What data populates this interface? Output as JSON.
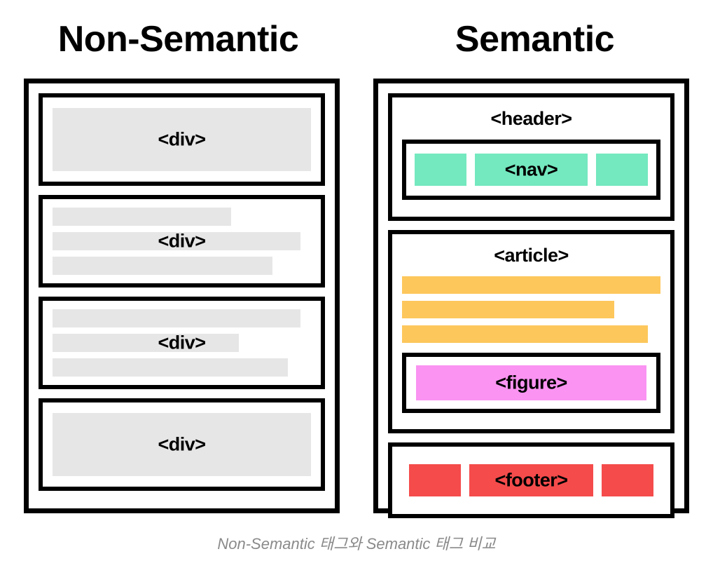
{
  "colors": {
    "black": "#000000",
    "white": "#ffffff",
    "grey_placeholder": "#e6e6e6",
    "nav_green": "#74e8bf",
    "article_orange": "#fdc75c",
    "figure_pink": "#fa93f2",
    "footer_red": "#f54b4b",
    "caption_grey": "#8a8a8a"
  },
  "headings": {
    "left": "Non-Semantic",
    "right": "Semantic"
  },
  "non_semantic": {
    "blocks": [
      {
        "tag": "<div>",
        "bars": [
          {
            "width_pct": 100,
            "variant": "big"
          }
        ]
      },
      {
        "tag": "<div>",
        "bars": [
          {
            "width_pct": 69
          },
          {
            "width_pct": 96
          },
          {
            "width_pct": 85
          }
        ]
      },
      {
        "tag": "<div>",
        "bars": [
          {
            "width_pct": 96
          },
          {
            "width_pct": 72
          },
          {
            "width_pct": 91
          }
        ]
      },
      {
        "tag": "<div>",
        "bars": [
          {
            "width_pct": 100,
            "variant": "big"
          }
        ]
      }
    ]
  },
  "semantic": {
    "header": {
      "tag": "<header>",
      "nav": {
        "tag": "<nav>",
        "chips": [
          {
            "size": "narrow"
          },
          {
            "size": "wide",
            "label": "<nav>"
          },
          {
            "size": "narrow"
          }
        ]
      }
    },
    "article": {
      "tag": "<article>",
      "bars": [
        {
          "width_pct": 100
        },
        {
          "width_pct": 82
        },
        {
          "width_pct": 95
        }
      ],
      "figure": {
        "tag": "<figure>",
        "width_pct": 100
      }
    },
    "footer": {
      "tag": "<footer>",
      "chips": [
        {
          "size": "narrow"
        },
        {
          "size": "wide",
          "label": "<footer>"
        },
        {
          "size": "narrow"
        }
      ]
    }
  },
  "caption": "Non-Semantic 태그와 Semantic 태그 비교"
}
